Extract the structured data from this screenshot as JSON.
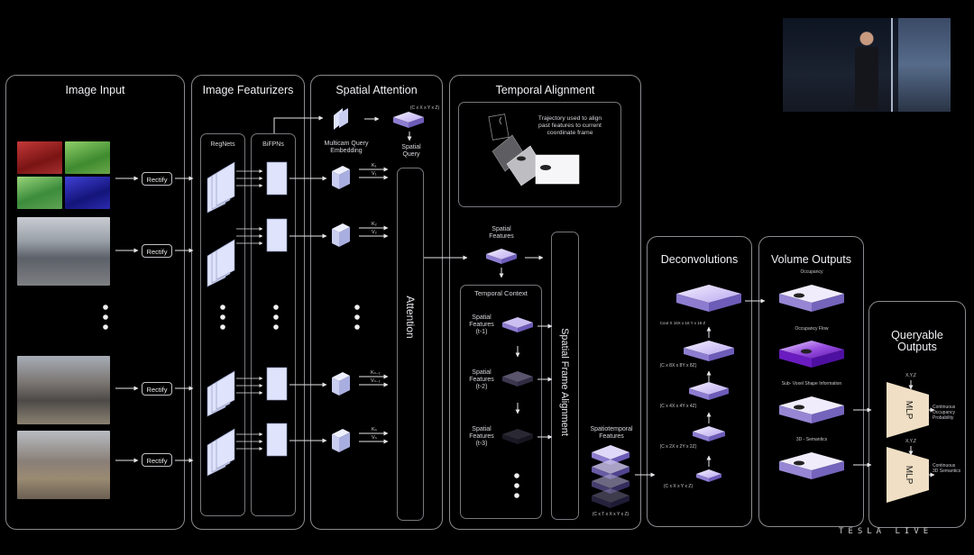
{
  "panels": {
    "image_input": "Image Input",
    "image_featurizers": "Image Featurizers",
    "spatial_attention": "Spatial Attention",
    "temporal_alignment": "Temporal Alignment",
    "deconvolutions": "Deconvolutions",
    "volume_outputs": "Volume Outputs",
    "queryable_outputs_l1": "Queryable",
    "queryable_outputs_l2": "Outputs"
  },
  "input": {
    "rectify": "Rectify"
  },
  "featurizers": {
    "regnets": "RegNets",
    "bifpns": "BiFPNs"
  },
  "attention": {
    "query_embedding_l1": "Multicam Query",
    "query_embedding_l2": "Embedding",
    "query_dims": "(C x X x Y x Z)",
    "spatial_query_l1": "Spatial",
    "spatial_query_l2": "Query",
    "attention_label": "Attention",
    "kv": {
      "k1": "K₁",
      "v1": "V₁",
      "k2": "K₂",
      "v2": "V₂",
      "kn1": "Kₙ₋₁",
      "vn1": "Vₙ₋₁",
      "kn": "Kₙ",
      "vn": "Vₙ"
    }
  },
  "temporal": {
    "trajectory_l1": "Trajectory used to align",
    "trajectory_l2": "past features to current",
    "trajectory_l3": "coordinate frame",
    "spatial_features_l1": "Spatial",
    "spatial_features_l2": "Features",
    "temporal_context": "Temporal Context",
    "f1": [
      "Spatial",
      "Features",
      "(t-1)"
    ],
    "f2": [
      "Spatial",
      "Features",
      "(t-2)"
    ],
    "f3": [
      "Spatial",
      "Features",
      "(t-3)"
    ],
    "spatial_frame_alignment": "Spatial Frame Alignment",
    "spatiotemporal_l1": "Spatiotemporal",
    "spatiotemporal_l2": "Features",
    "spatiotemporal_dims": "(C x T x X x Y x Z)"
  },
  "deconv": {
    "d4": "Cout X 16X x 16 Y x 16 Z",
    "d3": "(C x 8X x 8Y x 8Z)",
    "d2": "(C x 4X x 4Y x 4Z)",
    "d1": "(C x 2X x 2Y x 2Z)",
    "d0": "(C x X x Y x Z)"
  },
  "volume": {
    "occupancy": "Occupancy",
    "occupancy_flow": "Occupancy Flow",
    "subvoxel": "Sub- Voxel Shape Information",
    "semantics": "3D - Semantics"
  },
  "queryable": {
    "mlp": "MLP",
    "xyz": "X,Y,Z",
    "out1": [
      "Continuous",
      "Occupancy",
      "Probability"
    ],
    "out2": [
      "Continuous",
      "3D Semantics"
    ]
  },
  "brand": "TESLA LIVE",
  "colors": {
    "accent_purple": "#b9a8f0",
    "feature_blue": "#dfe3fb",
    "mlp_tan": "#f0dfc4"
  }
}
